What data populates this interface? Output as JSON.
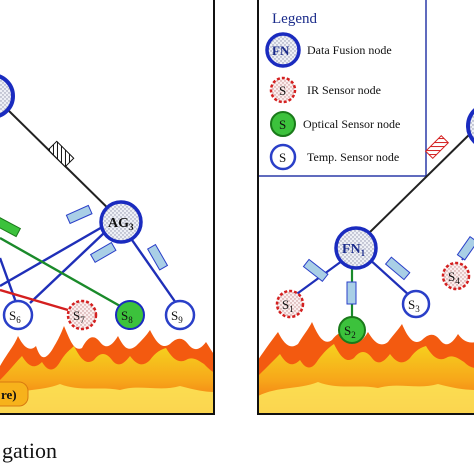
{
  "left_panel": {
    "nodes": {
      "ag3": {
        "main": "AG",
        "sub": "3"
      },
      "s6": {
        "main": "S",
        "sub": "6"
      },
      "s7": {
        "main": "S",
        "sub": "7"
      },
      "s8": {
        "main": "S",
        "sub": "8"
      },
      "s9": {
        "main": "S",
        "sub": "9"
      }
    },
    "fire_caption": "re)"
  },
  "right_panel": {
    "legend": {
      "title": "Legend",
      "items": [
        {
          "symbol": "FN",
          "label": "Data Fusion node"
        },
        {
          "symbol": "S",
          "label": "IR Sensor node"
        },
        {
          "symbol": "S",
          "label": "Optical Sensor node"
        },
        {
          "symbol": "S",
          "label": "Temp. Sensor node"
        }
      ]
    },
    "nodes": {
      "fn1": {
        "main": "FN",
        "sub": "1"
      },
      "s1": {
        "main": "S",
        "sub": "1"
      },
      "s2": {
        "main": "S",
        "sub": "2"
      },
      "s3": {
        "main": "S",
        "sub": "3"
      },
      "s4": {
        "main": "S",
        "sub": "4"
      }
    }
  },
  "caption": "gation",
  "colors": {
    "fusion_border": "#1a2bbf",
    "ir_border": "#d42020",
    "optical_fill": "#3cc23c",
    "temp_border": "#2a3fc8",
    "link_blue": "#1f2fb8",
    "link_green": "#1a8a2a",
    "link_red": "#d41f1f",
    "packet": "#a9cfe6"
  }
}
